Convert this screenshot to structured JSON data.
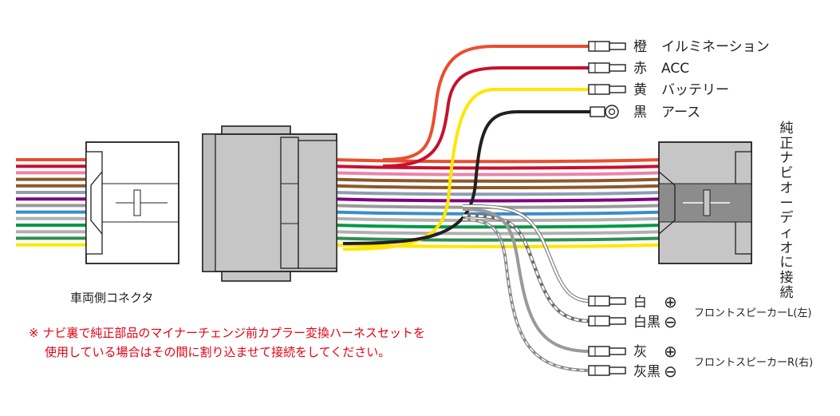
{
  "vehicle_connector_label": "車両側コネクタ",
  "navi_label": "純正ナビオーディオに接続",
  "note": {
    "line1": "※ ナビ裏で純正部品のマイナーチェンジ前カプラー変換ハーネスセットを",
    "line2": "使用している場合はその間に割り込ませて接続をしてください。"
  },
  "top_wires": [
    {
      "color_name": "橙",
      "function": "イルミネーション",
      "hex": "#e94e2e"
    },
    {
      "color_name": "赤",
      "function": "ACC",
      "hex": "#c8102e"
    },
    {
      "color_name": "黄",
      "function": "バッテリー",
      "hex": "#ffe600"
    },
    {
      "color_name": "黒",
      "function": "アース",
      "hex": "#231f20"
    }
  ],
  "speakers": [
    {
      "label": "フロントスピーカーL(左)",
      "wires": [
        {
          "color_name": "白",
          "polarity": "⊕"
        },
        {
          "color_name": "白黒",
          "polarity": "⊖"
        }
      ]
    },
    {
      "label": "フロントスピーカーR(右)",
      "wires": [
        {
          "color_name": "灰",
          "polarity": "⊕"
        },
        {
          "color_name": "灰黒",
          "polarity": "⊖"
        }
      ]
    }
  ],
  "colors": {
    "connector_fill": "#c6c6c6",
    "connector_stroke": "#231f20",
    "note_red": "#e60012",
    "bundle": [
      "#e94e2e",
      "#c8102e",
      "#ee82a8",
      "#8b5a2b",
      "#8b5a2b",
      "#8e9db0",
      "#800080",
      "#9a9a9a",
      "#3a8ec8",
      "#b0b0b0",
      "#009944",
      "#b0b0b0",
      "#2f8f4f",
      "#ffe600"
    ]
  }
}
